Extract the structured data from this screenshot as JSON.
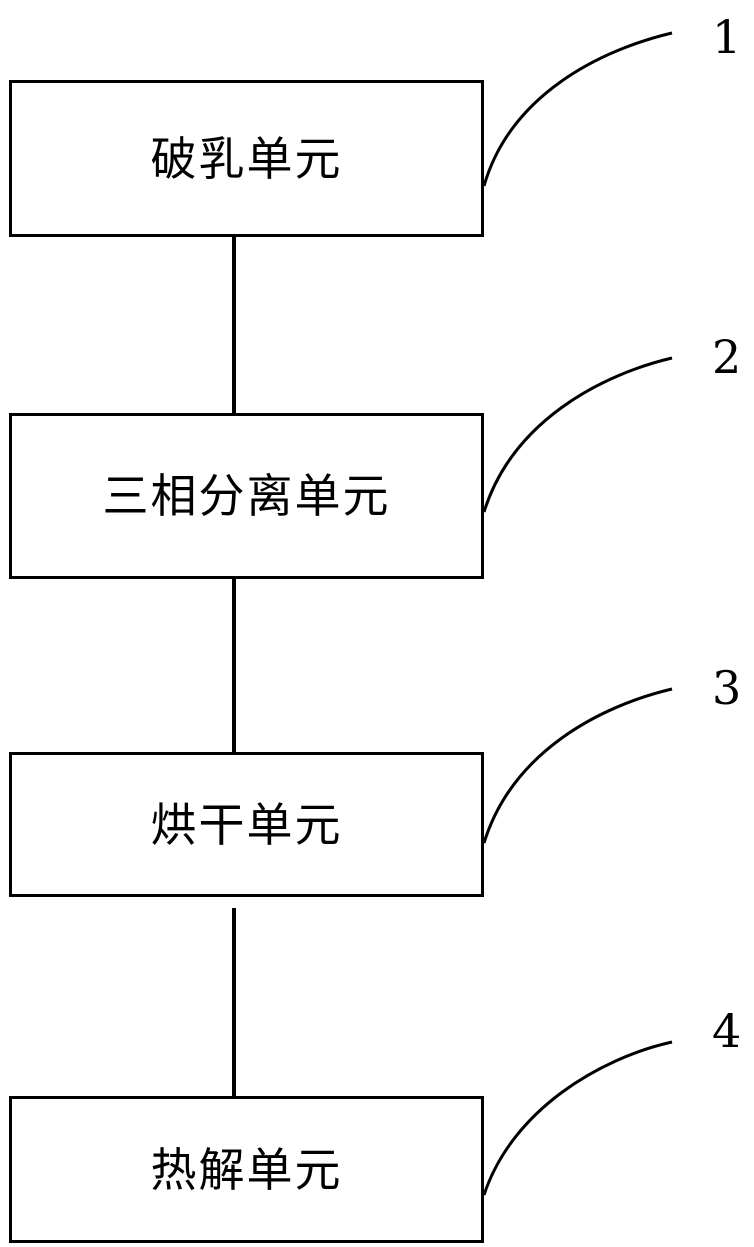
{
  "units": [
    {
      "label": "破乳单元",
      "ref": "1"
    },
    {
      "label": "三相分离单元",
      "ref": "2"
    },
    {
      "label": "烘干单元",
      "ref": "3"
    },
    {
      "label": "热解单元",
      "ref": "4"
    }
  ]
}
